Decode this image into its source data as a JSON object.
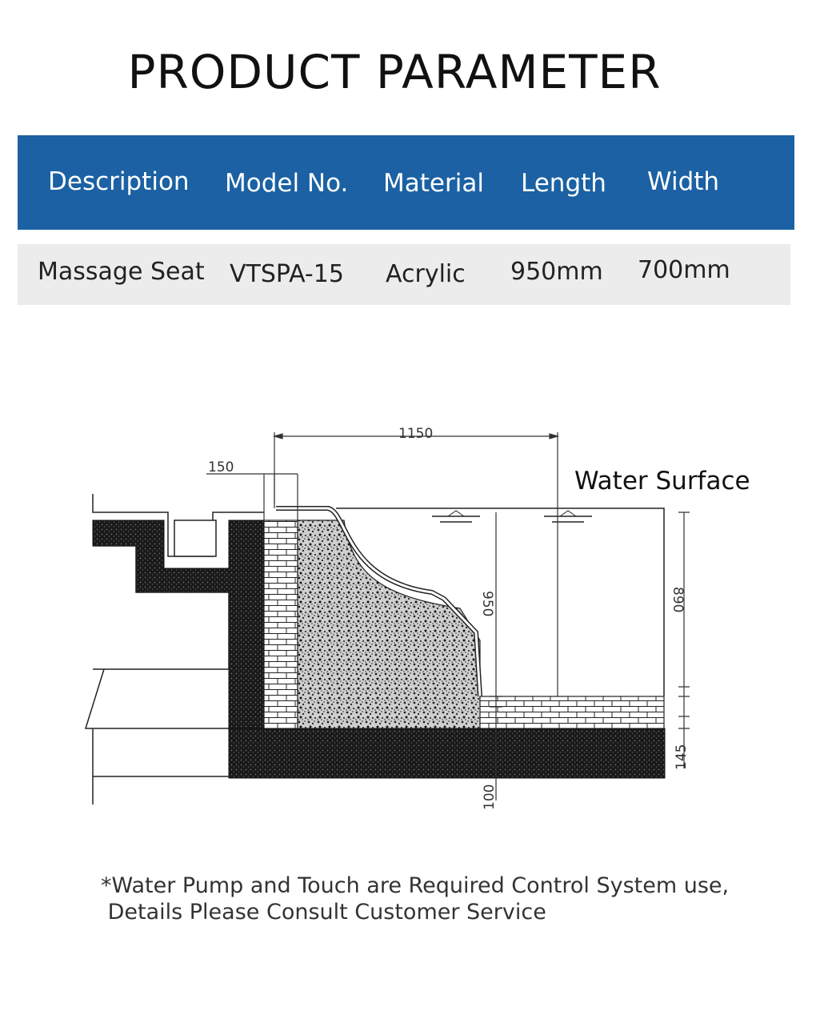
{
  "page": {
    "title": "PRODUCT PARAMETER",
    "accent_color": "#1b61a3"
  },
  "table": {
    "headers": [
      "Description",
      "Model No.",
      "Material",
      "Length",
      "Width"
    ],
    "rows": [
      [
        "Massage Seat",
        "VTSPA-15",
        "Acrylic",
        "950mm",
        "700mm"
      ]
    ]
  },
  "diagram": {
    "label_water_surface": "Water Surface",
    "dimensions": {
      "d1150": "1150",
      "d150": "150",
      "d950": "950",
      "d890": "890",
      "d145": "145",
      "d100": "100"
    }
  },
  "note": {
    "line1": "*Water Pump and Touch are Required Control System use,",
    "line2": " Details Please Consult Customer Service"
  }
}
